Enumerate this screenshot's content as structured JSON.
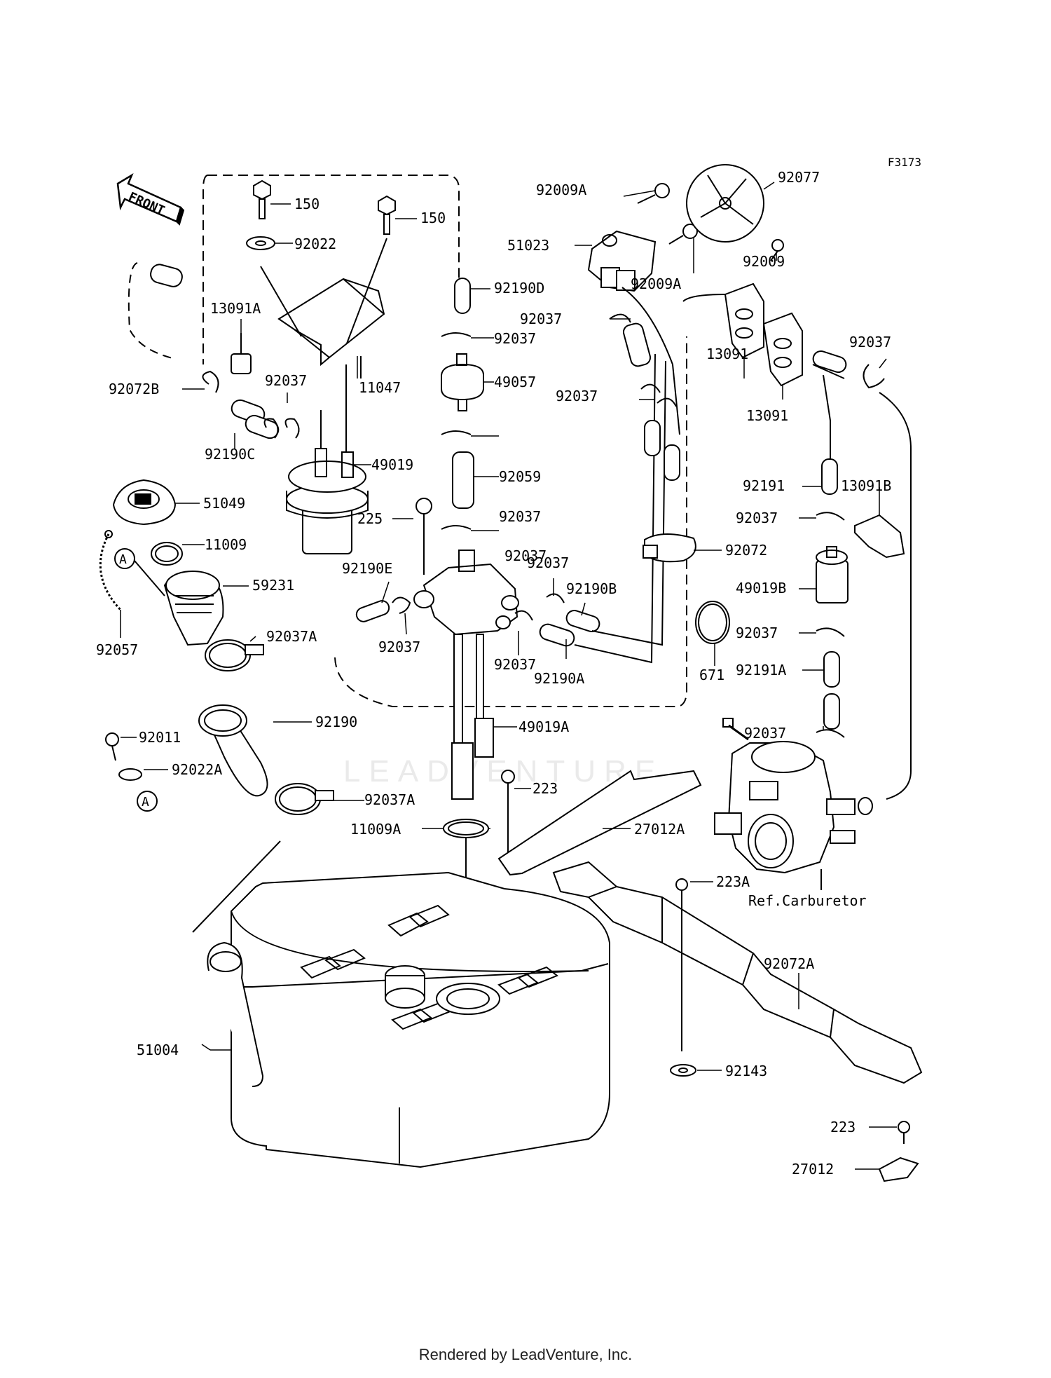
{
  "figure_code": "F3173",
  "front_label": "FRONT",
  "footer": "Rendered by LeadVenture, Inc.",
  "watermark": "LEADVENTURE",
  "callouts": [
    "150",
    "150",
    "92022",
    "13091A",
    "11047",
    "92190D",
    "92037",
    "49057",
    "92072B",
    "92037",
    "92190C",
    "49019",
    "51049",
    "11009",
    "59231",
    "92057",
    "92037A",
    "92190",
    "92011",
    "92022A",
    "92037A",
    "92190E",
    "92037",
    "225",
    "92037",
    "92059",
    "92037",
    "92037",
    "92190B",
    "92037",
    "92190A",
    "49019A",
    "223",
    "27012A",
    "11009A",
    "51004",
    "92009A",
    "92077",
    "51023",
    "92009",
    "92009A",
    "92037",
    "92037",
    "13091",
    "13091",
    "92037",
    "92191",
    "13091B",
    "92037",
    "92072",
    "49019B",
    "92037",
    "671",
    "92191A",
    "92037",
    "Ref.Carburetor",
    "223A",
    "92072A",
    "92143",
    "223",
    "27012"
  ]
}
